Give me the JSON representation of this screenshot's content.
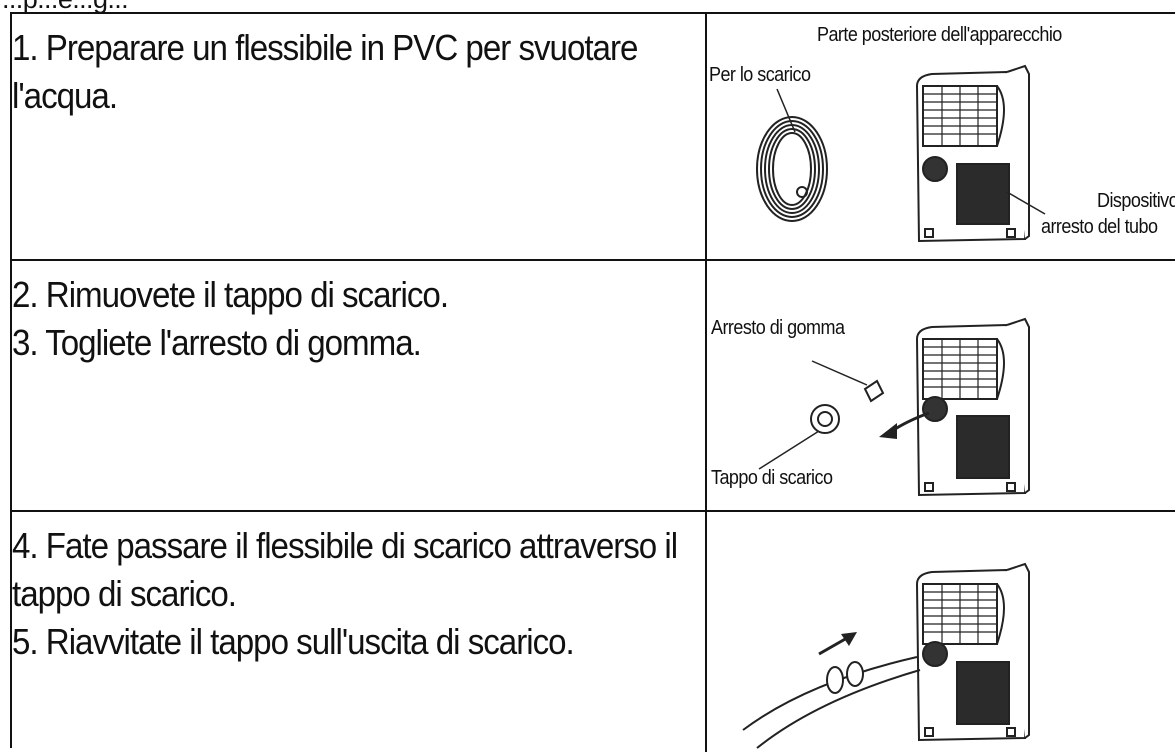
{
  "header": {
    "top_text": "...p...e...g..."
  },
  "rows": [
    {
      "lines": [
        "1. Preparare un flessibile in PVC per svuotare",
        "l'acqua."
      ],
      "labels": {
        "rear": "Parte posteriore dell'apparecchio",
        "drain": "Per lo scarico",
        "stop_1": "Dispositivo di",
        "stop_2": "arresto del tubo"
      }
    },
    {
      "lines": [
        "2.  Rimuovete il tappo di scarico.",
        "3.  Togliete l'arresto di gomma."
      ],
      "labels": {
        "rubber": "Arresto di gomma",
        "cap": "Tappo di scarico"
      }
    },
    {
      "lines": [
        "4. Fate passare il flessibile di scarico attraverso il",
        "tappo di scarico.",
        "5. Riavvitate il tappo sull'uscita di scarico."
      ]
    }
  ]
}
